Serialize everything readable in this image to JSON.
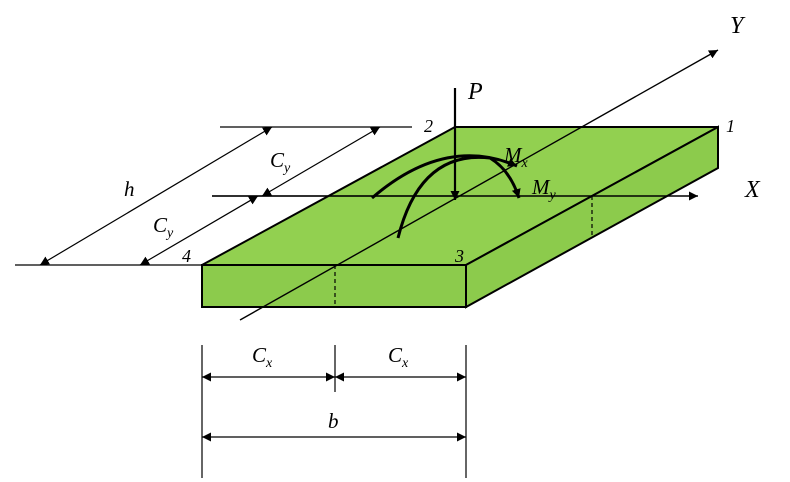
{
  "colors": {
    "plate_top": "#92D050",
    "plate_side": "#8CCB4C",
    "stroke": "#000000",
    "background": "#FFFFFF"
  },
  "labels": {
    "axis_y": "Y",
    "axis_x": "X",
    "load": "P",
    "moment_x": {
      "main": "M",
      "sub": "x"
    },
    "moment_y": {
      "main": "M",
      "sub": "y"
    },
    "corners": {
      "c1": "1",
      "c2": "2",
      "c3": "3",
      "c4": "4"
    },
    "cy_upper": {
      "main": "C",
      "sub": "y"
    },
    "cy_lower": {
      "main": "C",
      "sub": "y"
    },
    "cx_left": {
      "main": "C",
      "sub": "x"
    },
    "cx_right": {
      "main": "C",
      "sub": "x"
    },
    "h": "h",
    "b": "b"
  }
}
